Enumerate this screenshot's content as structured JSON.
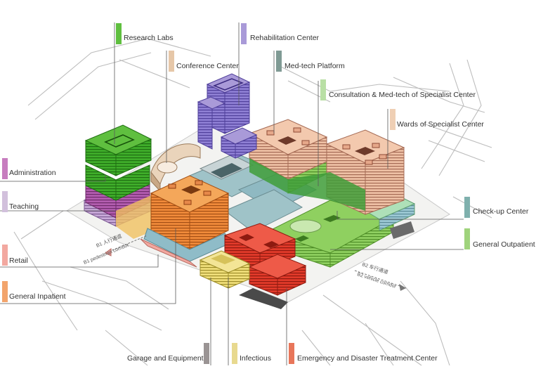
{
  "labels": {
    "research_labs": "Research Labs",
    "rehabilitation_center": "Rehabilitation Center",
    "conference_center": "Conference Center",
    "med_tech_platform": "Med-tech Platform",
    "consultation_specialist": "Consultation & Med-tech of Specialist Center",
    "wards_specialist": "Wards of Specialist Center",
    "administration": "Administration",
    "teaching": "Teaching",
    "check_up_center": "Check-up Center",
    "general_outpatient": "General Outpatient",
    "retail": "Retail",
    "general_inpatient": "General Inpatient",
    "garage_equipment": "Garage and Equipment",
    "infectious": "Infectious",
    "emergency_disaster": "Emergency and Disaster Treatment Center"
  },
  "annotations": {
    "b1_pedestrian_cn": "B1 人行通道",
    "b1_pedestrian_en": "B1 pedestrian corridor",
    "b2_vehicle_cn": "B2 车行通道",
    "b2_vehicle_en": "B2 vehicle corridor"
  },
  "colors": {
    "research_labs": "#5fbf3f",
    "rehabilitation_center": "#a99ad8",
    "conference_center": "#e6c7a8",
    "med_tech_platform": "#7f9a94",
    "consultation_specialist": "#b9dfa5",
    "wards_specialist": "#efcfb4",
    "administration": "#c77dbf",
    "teaching": "#d2c0dc",
    "check_up_center": "#7fb0ad",
    "general_outpatient": "#9fd37c",
    "retail": "#f2a8a0",
    "general_inpatient": "#f2a46c",
    "garage_equipment": "#9a9494",
    "infectious": "#e8d98f",
    "emergency_disaster": "#e8765a"
  }
}
